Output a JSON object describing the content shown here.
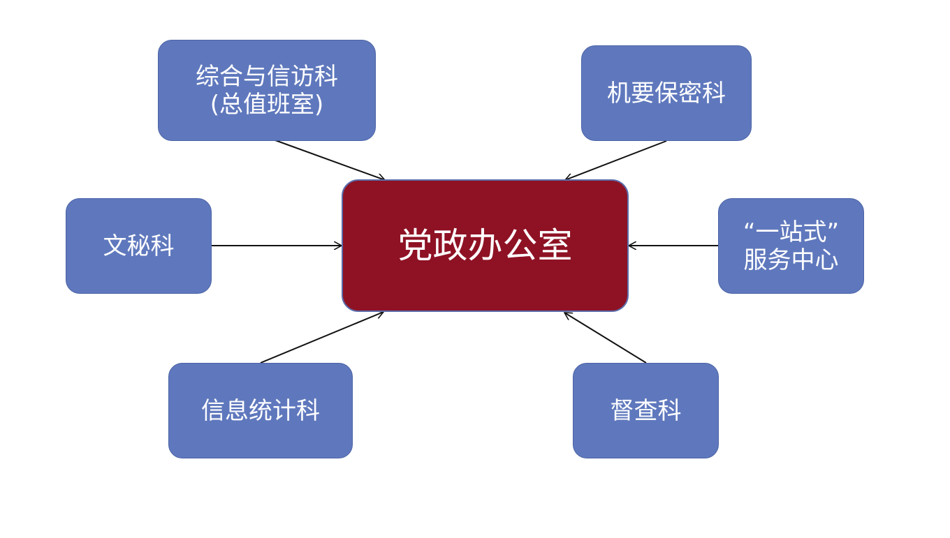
{
  "diagram": {
    "center": {
      "label": "党政办公室"
    },
    "departments": {
      "comprehensive": {
        "lines": [
          "综合与信访科",
          "(总值班室)"
        ]
      },
      "confidential": {
        "label": "机要保密科"
      },
      "secretarial": {
        "label": "文秘科"
      },
      "one_stop": {
        "lines": [
          "“一站式”",
          "服务中心"
        ]
      },
      "statistics": {
        "label": "信息统计科"
      },
      "supervision": {
        "label": "督查科"
      }
    }
  },
  "colors": {
    "department_fill": "#5f78bd",
    "center_fill": "#8e1224",
    "text": "#ffffff",
    "connector": "#111111"
  }
}
